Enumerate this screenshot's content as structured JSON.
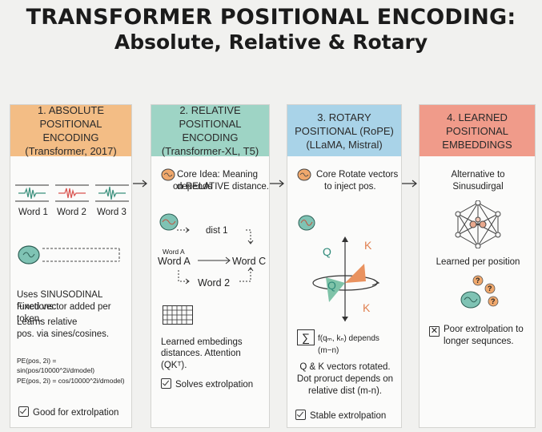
{
  "title": {
    "line1": "TRANSFORMER POSITIONAL ENCODING:",
    "line2": "Absolute, Relative & Rotary"
  },
  "colors": {
    "absolute": "#f3bd85",
    "relative": "#9ed4c5",
    "rotary": "#a9d3e8",
    "learned": "#f09b8a"
  },
  "panels": [
    {
      "header": [
        "1. ABSOLUTE",
        "POSITIONAL ENCODING",
        "(Transformer, 2017)"
      ],
      "word_labels": [
        "Word 1",
        "Word 2",
        "Word 3"
      ],
      "uses_text": [
        "Uses SINUSODINAL functions:",
        "Fixed vector added per token."
      ],
      "learns_text": [
        "Learns relative",
        "pos. via sines/cosines."
      ],
      "formula1": "PE(pos, 2i) = sin(pos/10000^2i/dmodel)",
      "formula2": "PE(pos, 2i) = cos/10000^2i/dmodel)",
      "footer": "Good for extrolpation"
    },
    {
      "header": [
        "2. RELATIVE",
        "POSITIONAL ENCODING",
        "(Transformer-XL, T5)"
      ],
      "core_idea": [
        "Core Idea: Meaning depends",
        "on RELATIVE distance."
      ],
      "graph": {
        "dist": "dist 1",
        "word_a_small": "Word A",
        "word_a": "Word A",
        "word_c": "Word C",
        "word_2": "Word 2"
      },
      "learned_text": [
        "Learned embedings",
        "distances. Attention (QKᵀ)."
      ],
      "footer": "Solves extrolpation"
    },
    {
      "header": [
        "3. ROTARY",
        "POSITIONAL (RoPE)",
        "(LLaMA, Mistral)"
      ],
      "core": [
        "Core Rotate vectors",
        "to inject pos."
      ],
      "q_label": "Q",
      "k_label": "K",
      "q_label2": "Q",
      "k_label2": "K",
      "formula": "f(qₘ, kₙ) depends (m−n)",
      "sigma": "∑",
      "desc": [
        "Q & K vectors rotated.",
        "Dot proruct depends on",
        "relative dist (m-n)."
      ],
      "footer": "Stable extrolpation"
    },
    {
      "header": [
        "4. LEARNED",
        "POSITIONAL",
        "EMBEDDINGS"
      ],
      "alt": [
        "Alternative to",
        "Sinusudirgal"
      ],
      "learned": "Learned per position",
      "question_marks": [
        "?",
        "?",
        "?"
      ],
      "footer": [
        "Poor extrolpation to",
        "longer sequnces."
      ]
    }
  ]
}
